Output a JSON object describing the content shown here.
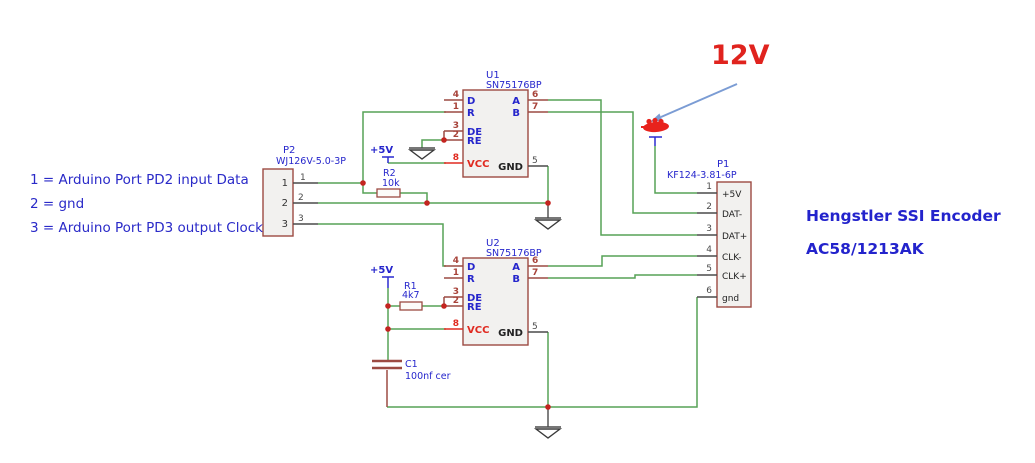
{
  "notes": {
    "pd2": "1 = Arduino Port PD2 input Data",
    "gnd": "2 = gnd",
    "pd3": "3 = Arduino Port PD3 output Clock"
  },
  "annotations": {
    "supply": "12V",
    "encoder_name": "Hengstler SSI Encoder",
    "encoder_model": "AC58/1213AK"
  },
  "power": {
    "vcc_label": "+5V"
  },
  "p2": {
    "ref": "P2",
    "part": "WJ126V-5.0-3P",
    "pins": [
      {
        "num": "1"
      },
      {
        "num": "2"
      },
      {
        "num": "3"
      }
    ]
  },
  "p1": {
    "ref": "P1",
    "part": "KF124-3.81-6P",
    "pins": [
      {
        "num": "1",
        "name": "+5V"
      },
      {
        "num": "2",
        "name": "DAT-"
      },
      {
        "num": "3",
        "name": "DAT+"
      },
      {
        "num": "4",
        "name": "CLK-"
      },
      {
        "num": "5",
        "name": "CLK+"
      },
      {
        "num": "6",
        "name": "gnd"
      }
    ]
  },
  "u1": {
    "ref": "U1",
    "part": "SN75176BP",
    "pins": {
      "d": {
        "num": "4",
        "name": "D"
      },
      "r": {
        "num": "1",
        "name": "R"
      },
      "de": {
        "num": "3",
        "name": "DE"
      },
      "re": {
        "num": "2",
        "name": "RE"
      },
      "vcc": {
        "num": "8",
        "name": "VCC"
      },
      "a": {
        "num": "6",
        "name": "A"
      },
      "b": {
        "num": "7",
        "name": "B"
      },
      "gnd": {
        "num": "5",
        "name": "GND"
      }
    }
  },
  "u2": {
    "ref": "U2",
    "part": "SN75176BP",
    "pins": {
      "d": {
        "num": "4",
        "name": "D"
      },
      "r": {
        "num": "1",
        "name": "R"
      },
      "de": {
        "num": "3",
        "name": "DE"
      },
      "re": {
        "num": "2",
        "name": "RE"
      },
      "vcc": {
        "num": "8",
        "name": "VCC"
      },
      "a": {
        "num": "6",
        "name": "A"
      },
      "b": {
        "num": "7",
        "name": "B"
      },
      "gnd": {
        "num": "5",
        "name": "GND"
      }
    }
  },
  "r1": {
    "ref": "R1",
    "value": "4k7"
  },
  "r2": {
    "ref": "R2",
    "value": "10k"
  },
  "c1": {
    "ref": "C1",
    "value": "100nf cer"
  },
  "colors": {
    "wire_green": "#57a257",
    "component_maroon": "#9c4a42",
    "accent_red": "#e0231e",
    "label_blue": "#2323cc",
    "arrow_blue": "#7b9cd4"
  }
}
